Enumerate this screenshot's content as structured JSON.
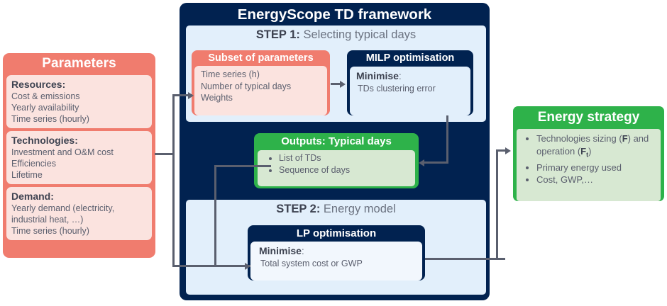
{
  "framework": {
    "title": "EnergyScope TD framework",
    "step1": {
      "label": "STEP 1:",
      "text": " Selecting typical days"
    },
    "step2": {
      "label": "STEP 2:",
      "text": " Energy model"
    }
  },
  "parameters": {
    "title": "Parameters",
    "groups": [
      {
        "heading": "Resources:",
        "lines": [
          "Cost & emissions",
          "Yearly availability",
          "Time series (hourly)"
        ]
      },
      {
        "heading": "Technologies:",
        "lines": [
          "Investment and O&M cost",
          "Efficiencies",
          "Lifetime"
        ]
      },
      {
        "heading": "Demand:",
        "lines": [
          "Yearly demand (electricity, industrial heat, …)",
          "Time series (hourly)"
        ]
      }
    ]
  },
  "subset": {
    "title": "Subset of parameters",
    "lines": [
      "Time series (h)",
      "Number of typical days",
      "Weights"
    ]
  },
  "milp": {
    "title": "MILP optimisation",
    "minimise_label": "Minimise",
    "minimise_colon": ":",
    "objective": "TDs clustering error"
  },
  "outputs": {
    "title": "Outputs: Typical days",
    "items": [
      "List of TDs",
      "Sequence of days"
    ]
  },
  "lp": {
    "title": "LP optimisation",
    "minimise_label": "Minimise",
    "minimise_colon": ":",
    "objective": "Total system cost or GWP"
  },
  "energy_strategy": {
    "title": "Energy strategy",
    "items_html": [
      "Technologies sizing (<b>F</b>) and operation (<b>F<sub>t</sub></b>)",
      "Primary energy used",
      "Cost, GWP,…"
    ]
  },
  "colors": {
    "navy": "#012250",
    "salmon": "#F07C6E",
    "salmon_light": "#FBE3DF",
    "green": "#2EB24A",
    "green_light": "#D7E8D2",
    "panel_blue": "#E2EFFB",
    "connector": "#5A5F6E",
    "text_gray": "#5B5F6E",
    "text_dark": "#3D4250"
  }
}
